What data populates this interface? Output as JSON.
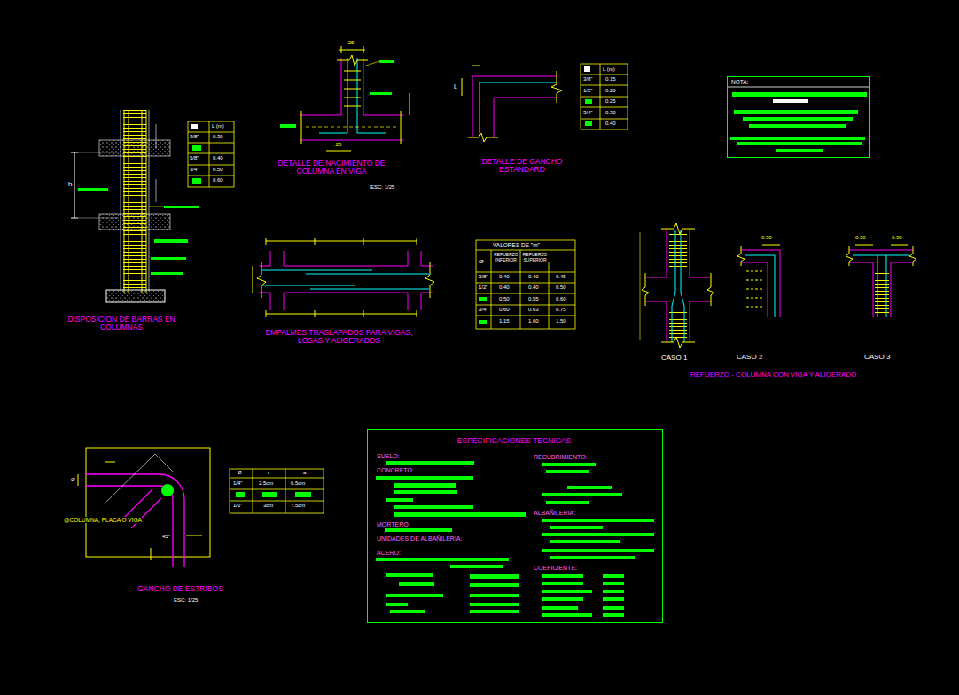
{
  "diagram": {
    "nodes": [
      {
        "text": [
          "NOTA:"
        ]
      },
      {
        "text": [
          "ESPECIFICACIONES TECNICAS",
          "SUELO:",
          "CONCRETO:",
          "MORTERO:",
          "UNIDADES DE ALBAÑILERIA:",
          "ACERO:",
          "RECUBRIMIENTO:",
          "ALBAÑILERIA:",
          "COEFICIENTE:"
        ]
      }
    ],
    "labels": [
      "DISPOSICION DE BARRAS EN COLUMNAS",
      "h",
      "L (m)",
      "3/8\"",
      "0.30",
      "5/8\"",
      "0.40",
      "3/4\"",
      "0.50",
      "0.60",
      "DETALLE DE NACIMIENTO DE COLUMNA EN VIGA",
      "ESC: 1/25",
      ".25",
      ".25",
      "L",
      "DETALLE DE GANCHO ESTANDARD",
      "L (m)",
      "3/8\"",
      "0.15",
      "1/2\"",
      "0.20",
      "0.25",
      "3/4\"",
      "0.30",
      "0.40",
      "EMPALMES TRASLAPADOS PARA VIGAS, LOSAS Y ALIGERADOS",
      "VALORES DE \"m\"",
      "Ø",
      "REFUERZO INFERIOR",
      "REFUERZO SUPERIOR",
      "3/8\"",
      "0.40",
      "0.40",
      "0.45",
      "1/2\"",
      "0.40",
      "0.40",
      "0.50",
      "0.50",
      "0.55",
      "0.60",
      "3/4\"",
      "0.60",
      "0.63",
      "0.75",
      "1.15",
      "1.60",
      "1.50",
      "CASO 1",
      "CASO 2",
      "CASO 3",
      "REFUERZO - COLUMNA CON VIGA Y ALIGERADO",
      "0.30",
      "0.30",
      "0.30",
      "GANCHO DE ESTRIBOS",
      "ESC: 1/25",
      "@COLUMNA, PLACA O VIGA",
      "Ø",
      "r",
      "a",
      "1/4\"",
      "2.5cm",
      "6.5cm",
      "1/2\"",
      "3cm",
      "7.5cm",
      "45°",
      "Ø"
    ]
  }
}
